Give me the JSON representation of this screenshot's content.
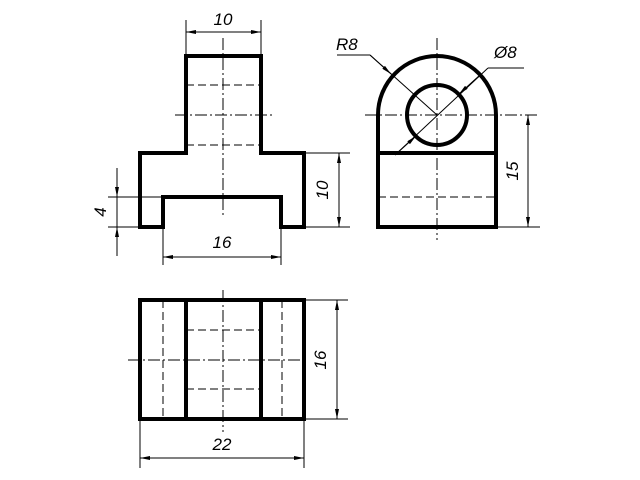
{
  "drawing": {
    "front_view": {
      "dim_top_width": "10",
      "dim_right_height": "10",
      "dim_left_notch": "4",
      "dim_bottom_notch_width": "16"
    },
    "side_view": {
      "dim_radius": "R8",
      "dim_hole_diameter": "Ø8",
      "dim_center_height": "15"
    },
    "top_view": {
      "dim_depth": "16",
      "dim_width": "22"
    }
  }
}
